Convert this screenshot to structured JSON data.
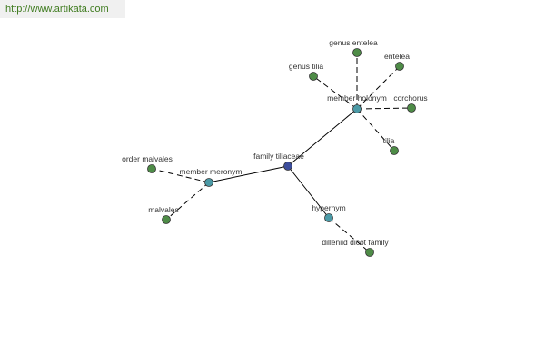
{
  "site_link": "http://www.artikata.com",
  "colors": {
    "root_node": "#3c4d9c",
    "relation_node": "#4b9aa6",
    "leaf_node": "#4e8c47",
    "node_stroke": "#333333",
    "edge": "#000000"
  },
  "graph": {
    "root": {
      "id": "family_tiliaceae",
      "label": "family tiliaceae"
    },
    "relations": [
      {
        "id": "member_holonym",
        "label": "member holonym"
      },
      {
        "id": "member_meronym",
        "label": "member meronym"
      },
      {
        "id": "hypernym",
        "label": "hypernym"
      }
    ],
    "leaves": [
      {
        "id": "genus_entelea",
        "label": "genus entelea",
        "relation": "member_holonym"
      },
      {
        "id": "entelea",
        "label": "entelea",
        "relation": "member_holonym"
      },
      {
        "id": "genus_tilia",
        "label": "genus tilia",
        "relation": "member_holonym"
      },
      {
        "id": "corchorus",
        "label": "corchorus",
        "relation": "member_holonym"
      },
      {
        "id": "tilia",
        "label": "tilia",
        "relation": "member_holonym"
      },
      {
        "id": "order_malvales",
        "label": "order malvales",
        "relation": "member_meronym"
      },
      {
        "id": "malvales",
        "label": "malvales",
        "relation": "member_meronym"
      },
      {
        "id": "dilleniid_dicot_family",
        "label": "dilleniid dicot family",
        "relation": "hypernym"
      }
    ]
  }
}
